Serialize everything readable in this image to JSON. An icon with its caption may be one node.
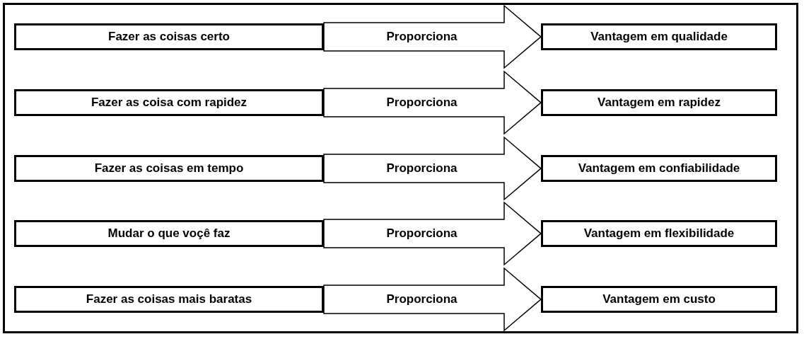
{
  "diagram": {
    "nodes": [
      {
        "text": [
          "Fazer as coisas certo"
        ]
      },
      {
        "text": [
          "Fazer as coisa com rapidez"
        ]
      },
      {
        "text": [
          "Fazer as coisas em tempo"
        ]
      },
      {
        "text": [
          "Mudar o que voçê faz"
        ]
      },
      {
        "text": [
          "Fazer as coisas mais baratas"
        ]
      },
      {
        "text": [
          "Vantagem em qualidade"
        ]
      },
      {
        "text": [
          "Vantagem em rapidez"
        ]
      },
      {
        "text": [
          "Vantagem em confiabilidade"
        ]
      },
      {
        "text": [
          "Vantagem em flexibilidade"
        ]
      },
      {
        "text": [
          "Vantagem em custo"
        ]
      }
    ],
    "edges": [
      {
        "from": 0,
        "to": 5,
        "arrow": "to",
        "label": "Proporciona"
      },
      {
        "from": 1,
        "to": 6,
        "arrow": "to",
        "label": "Proporciona"
      },
      {
        "from": 2,
        "to": 7,
        "arrow": "to",
        "label": "Proporciona"
      },
      {
        "from": 3,
        "to": 8,
        "arrow": "to",
        "label": "Proporciona"
      },
      {
        "from": 4,
        "to": 9,
        "arrow": "to",
        "label": "Proporciona"
      }
    ]
  }
}
